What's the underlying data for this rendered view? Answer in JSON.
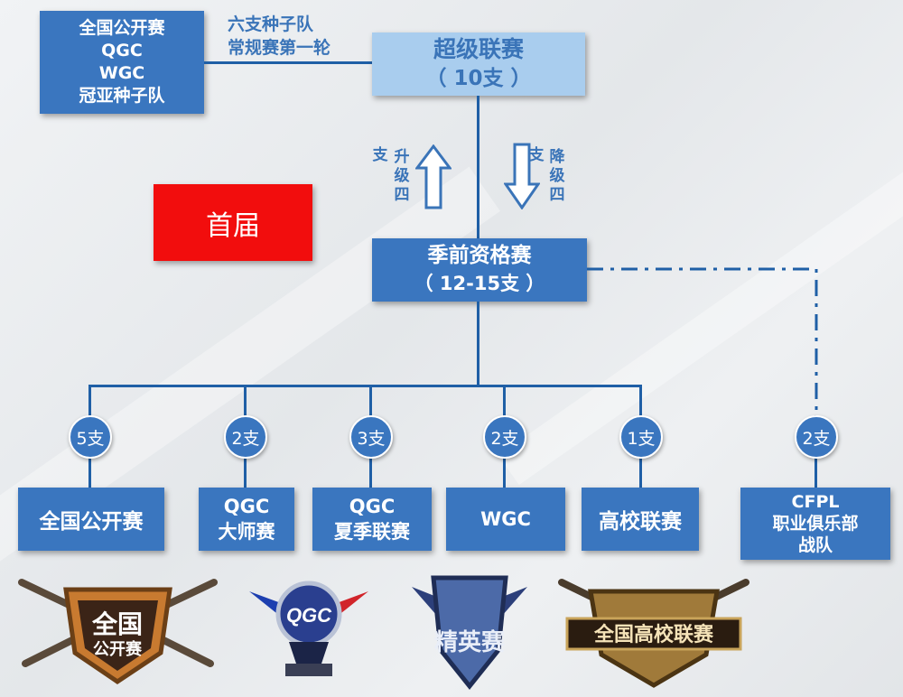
{
  "top_left_box": {
    "lines": [
      "全国公开赛",
      "QGC",
      "WGC",
      "冠亚种子队"
    ]
  },
  "seed_note": {
    "line1": "六支种子队",
    "line2": "常规赛第一轮"
  },
  "super_league": {
    "name": "超级联赛",
    "count": "（ 10支 ）"
  },
  "promote": {
    "col1": "支",
    "col2": "升级四"
  },
  "relegate": {
    "col1": "支",
    "col2": "降级四"
  },
  "first_edition": {
    "label": "首届",
    "color": "#f20d0d"
  },
  "preseason": {
    "name": "季前资格赛",
    "count": "（ 12-15支 ）"
  },
  "qualifiers": [
    {
      "count": "5支",
      "lines": [
        "全国公开赛"
      ]
    },
    {
      "count": "2支",
      "lines": [
        "QGC",
        "大师赛"
      ]
    },
    {
      "count": "3支",
      "lines": [
        "QGC",
        "夏季联赛"
      ]
    },
    {
      "count": "2支",
      "lines": [
        "WGC"
      ]
    },
    {
      "count": "1支",
      "lines": [
        "高校联赛"
      ]
    },
    {
      "count": "2支",
      "lines": [
        "CFPL",
        "职业俱乐部",
        "战队"
      ]
    }
  ],
  "logos": [
    {
      "name": "全国公开赛",
      "text": [
        "全国",
        "公开赛"
      ]
    },
    {
      "name": "QGC",
      "text": [
        "QGC"
      ]
    },
    {
      "name": "WGC精英赛",
      "text": [
        "精英赛"
      ]
    },
    {
      "name": "全国高校联赛",
      "text": [
        "全国高校联赛"
      ]
    }
  ],
  "colors": {
    "box_dark": "#3a76bf",
    "box_light": "#a9cdee",
    "line": "#1f5fa6",
    "accent_red": "#f20d0d"
  }
}
